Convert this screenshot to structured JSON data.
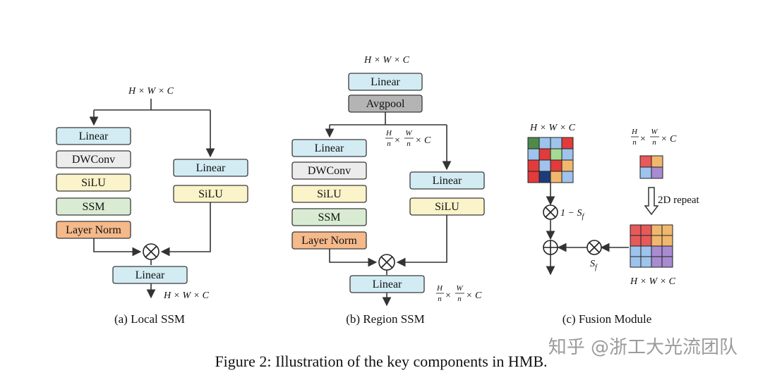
{
  "panel_a": {
    "input_dim": "H × W × C",
    "output_dim": "H × W × C",
    "left_branch": [
      "Linear",
      "DWConv",
      "SiLU",
      "SSM",
      "Layer Norm"
    ],
    "right_branch": [
      "Linear",
      "SiLU"
    ],
    "output_linear": "Linear",
    "caption": "(a) Local SSM"
  },
  "panel_b": {
    "input_dim": "H × W × C",
    "top_linear": "Linear",
    "avgpool": "Avgpool",
    "pooled_dim": "H/n × W/n × C",
    "left_branch": [
      "Linear",
      "DWConv",
      "SiLU",
      "SSM",
      "Layer Norm"
    ],
    "right_branch": [
      "Linear",
      "SiLU"
    ],
    "output_linear": "Linear",
    "output_dim": "H/n × W/n × C",
    "caption": "(b) Region SSM"
  },
  "panel_c": {
    "input_dim": "H × W × C",
    "region_dim": "H/n × W/n × C",
    "repeat_label": "2D repeat",
    "one_minus_s": "1 − S",
    "s_sub": "f",
    "s_label": "S",
    "repeated_dim": "H × W × C",
    "caption": "(c) Fusion Module"
  },
  "figure_caption": "Figure 2: Illustration of the key components in HMB.",
  "watermark": "知乎 @浙工大光流团队",
  "colors": {
    "linear": "#d3ecf4",
    "dwconv": "#ececec",
    "silu": "#fbf3c9",
    "ssm": "#d9ecd3",
    "layernorm": "#f5b98a",
    "avgpool": "#b4b4b4",
    "border": "#3a3a3a"
  }
}
